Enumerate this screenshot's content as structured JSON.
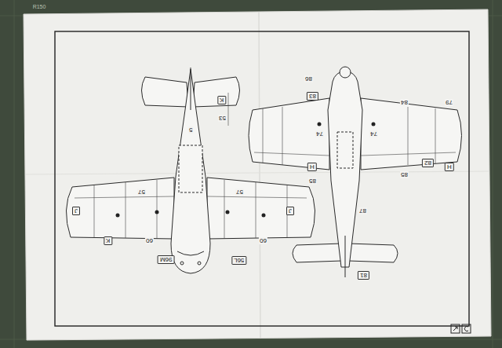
{
  "diagram": {
    "labels": [
      "5",
      "K",
      "53",
      "57",
      "57",
      "J",
      "J",
      "K",
      "60",
      "60",
      "96M",
      "56L",
      "86",
      "83",
      "74",
      "74",
      "84",
      "79",
      "H",
      "85",
      "85",
      "82",
      "H",
      "87",
      "81",
      "R150"
    ]
  }
}
